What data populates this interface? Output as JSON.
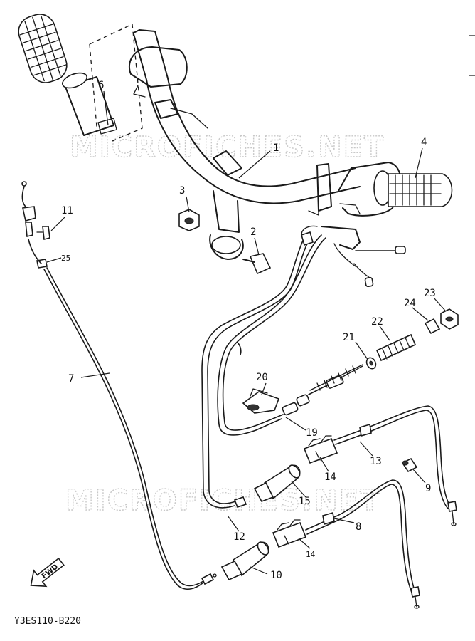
{
  "watermark": "MICROFICHES.NET",
  "diagram_code": "Y3ES110-B220",
  "direction_label": "FWD",
  "callouts": {
    "p1": "1",
    "p2": "2",
    "p3": "3",
    "p4": "4",
    "p6": "6",
    "p7": "7",
    "p8": "8",
    "p9": "9",
    "p10": "10",
    "p11": "11",
    "p12": "12",
    "p13": "13",
    "p14a": "14",
    "p14b": "14",
    "p15": "15",
    "p19": "19",
    "p20": "20",
    "p21": "21",
    "p22": "22",
    "p23": "23",
    "p24": "24",
    "p25": "25"
  },
  "colors": {
    "line": "#1a1a1a",
    "watermark": "#c8c8c8",
    "background": "#ffffff"
  }
}
